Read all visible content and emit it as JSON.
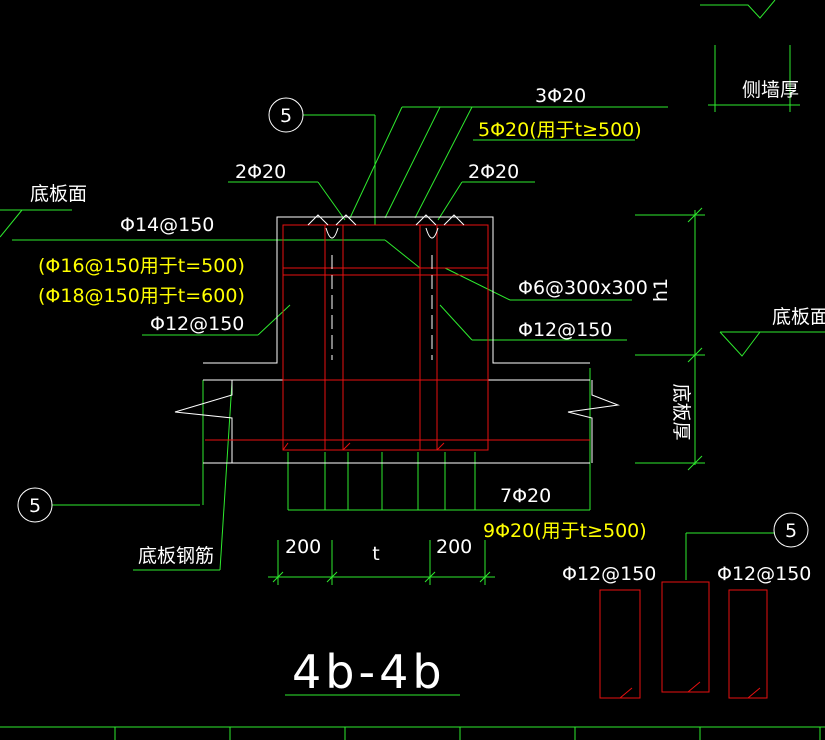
{
  "colors": {
    "background": "#000000",
    "green": "#2eea2e",
    "red": "#e81010",
    "white": "#ffffff",
    "yellow": "#ffff00"
  },
  "labels": {
    "bottom_face_left": "底板面",
    "bottom_face_right": "底板面",
    "side_wall": "侧墙厚",
    "h1": "h1",
    "slab_thickness": "底板厚",
    "slab_rebar": "底板钢筋",
    "bar_top_3": "3Φ20",
    "bar_top_5": "5Φ20(用于t≥500)",
    "bar_2_left": "2Φ20",
    "bar_2_right": "2Φ20",
    "phi14": "Φ14@150",
    "phi16": "(Φ16@150用于t=500)",
    "phi18": "(Φ18@150用于t=600)",
    "phi12_left": "Φ12@150",
    "phi6": "Φ6@300x300",
    "phi12_right": "Φ12@150",
    "bar_bottom_7": "7Φ20",
    "bar_bottom_9": "9Φ20(用于t≥500)",
    "dim_200_left": "200",
    "dim_t": "t",
    "dim_200_right": "200",
    "ties_phi12_left": "Φ12@150",
    "ties_phi12_right": "Φ12@150",
    "section_title": "4b-4b",
    "callout_5_top": "5",
    "callout_5_left": "5",
    "callout_5_right": "5"
  }
}
